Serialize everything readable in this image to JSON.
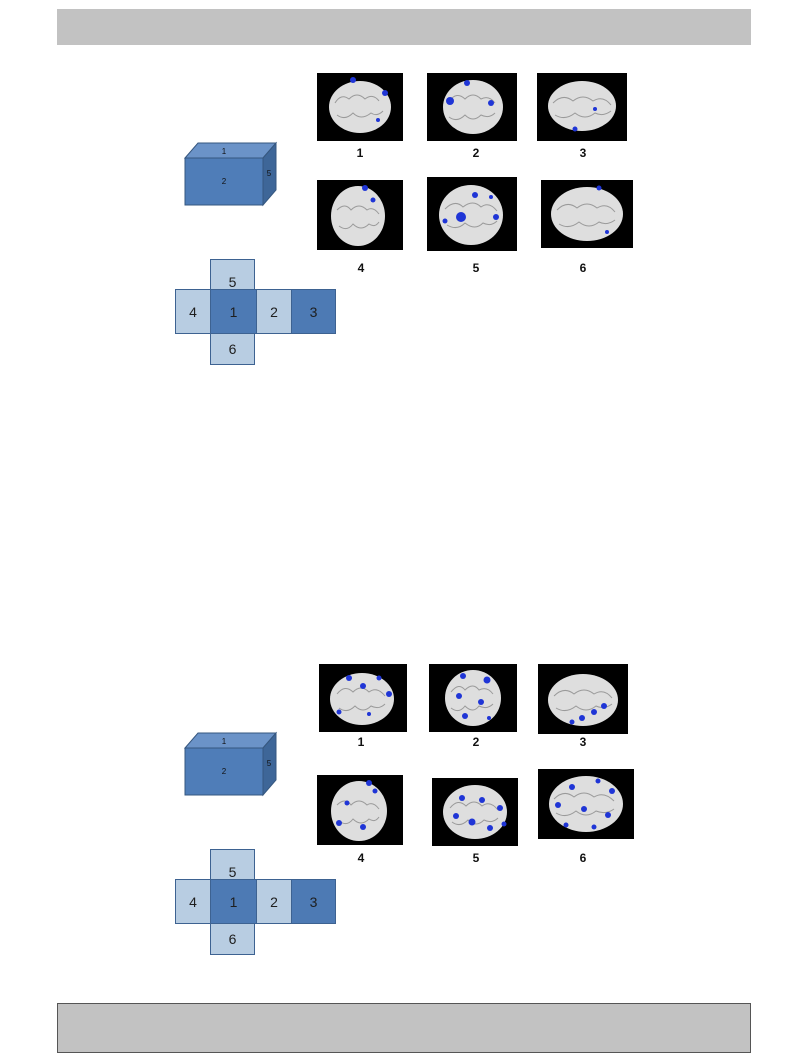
{
  "figures": [
    {
      "cube_faces": {
        "top": "1",
        "front": "2",
        "side": "5"
      },
      "net": [
        "5",
        "4",
        "1",
        "2",
        "3",
        "6"
      ],
      "views": [
        "1",
        "2",
        "3",
        "4",
        "5",
        "6"
      ]
    },
    {
      "cube_faces": {
        "top": "1",
        "front": "2",
        "side": "5"
      },
      "net": [
        "5",
        "4",
        "1",
        "2",
        "3",
        "6"
      ],
      "views": [
        "1",
        "2",
        "3",
        "4",
        "5",
        "6"
      ]
    }
  ],
  "colors": {
    "page_background": "#ffffff",
    "header_bar": "#c2c2c2",
    "net_light": "#b8cde2",
    "net_dark": "#4d7ab4",
    "protein_surface": "#dedede",
    "highlight_patch": "#1f35d6",
    "image_background": "#000000"
  }
}
